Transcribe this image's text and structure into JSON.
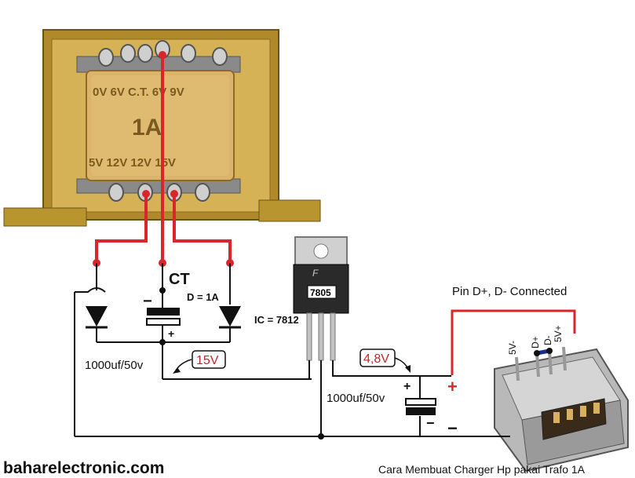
{
  "transformer": {
    "top_row": "0V  6V  C.T.  6V  9V",
    "rating": "1A",
    "bottom_row": "5V  12V        12V  15V"
  },
  "labels": {
    "ct": "CT",
    "diode_rating": "D = 1A",
    "ic_spec": "IC = 7812",
    "ic_part": "7805",
    "cap1": "1000uf/50v",
    "cap2": "1000uf/50v",
    "v15": "15V",
    "v48": "4,8V",
    "pin_note": "Pin D+, D- Connected",
    "plus_out": "+",
    "minus_out": "−",
    "cap_plus": "+",
    "cap_minus": "−",
    "cap1_plus": "+",
    "cap1_minus": "−",
    "pin_5vm": "5V-",
    "pin_dp": "D+",
    "pin_dm": "D-",
    "pin_5vp": "5V+",
    "site": "baharelectronic.com",
    "caption": "Cara Membuat Charger Hp pakai Trafo 1A"
  },
  "colors": {
    "wire_red": "#d9262a",
    "wire_black": "#111111",
    "label_red": "#c0282c",
    "transformer_gold": "#c9a23c",
    "coil_tan": "#d9b46a"
  }
}
